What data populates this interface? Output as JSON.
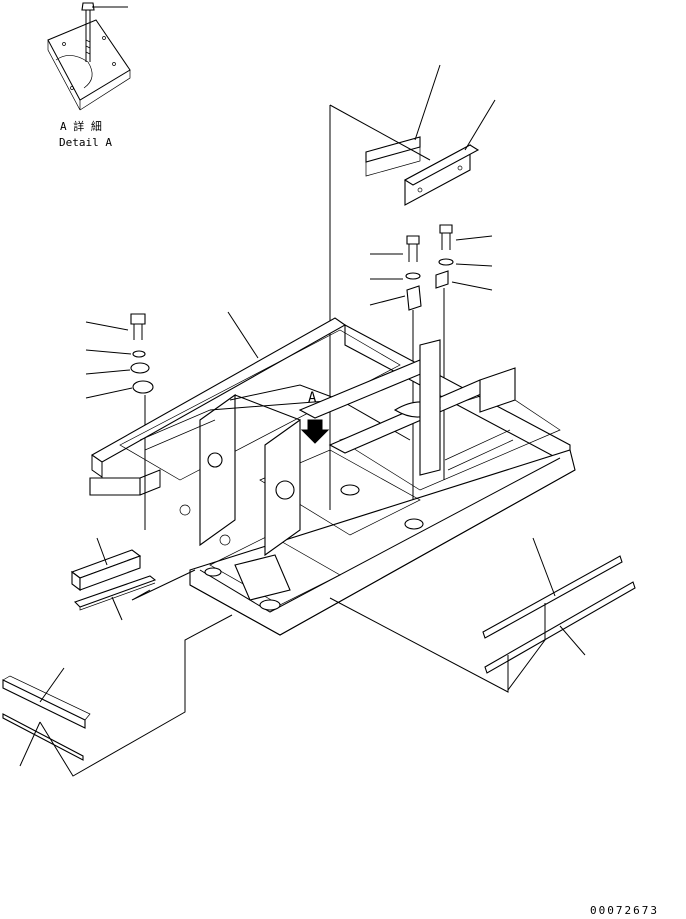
{
  "detail": {
    "label_jp": "A 詳 細",
    "label_en": "Detail A"
  },
  "view_marker": "A",
  "drawing_number": "00072673",
  "colors": {
    "line": "#000000",
    "background": "#ffffff"
  }
}
